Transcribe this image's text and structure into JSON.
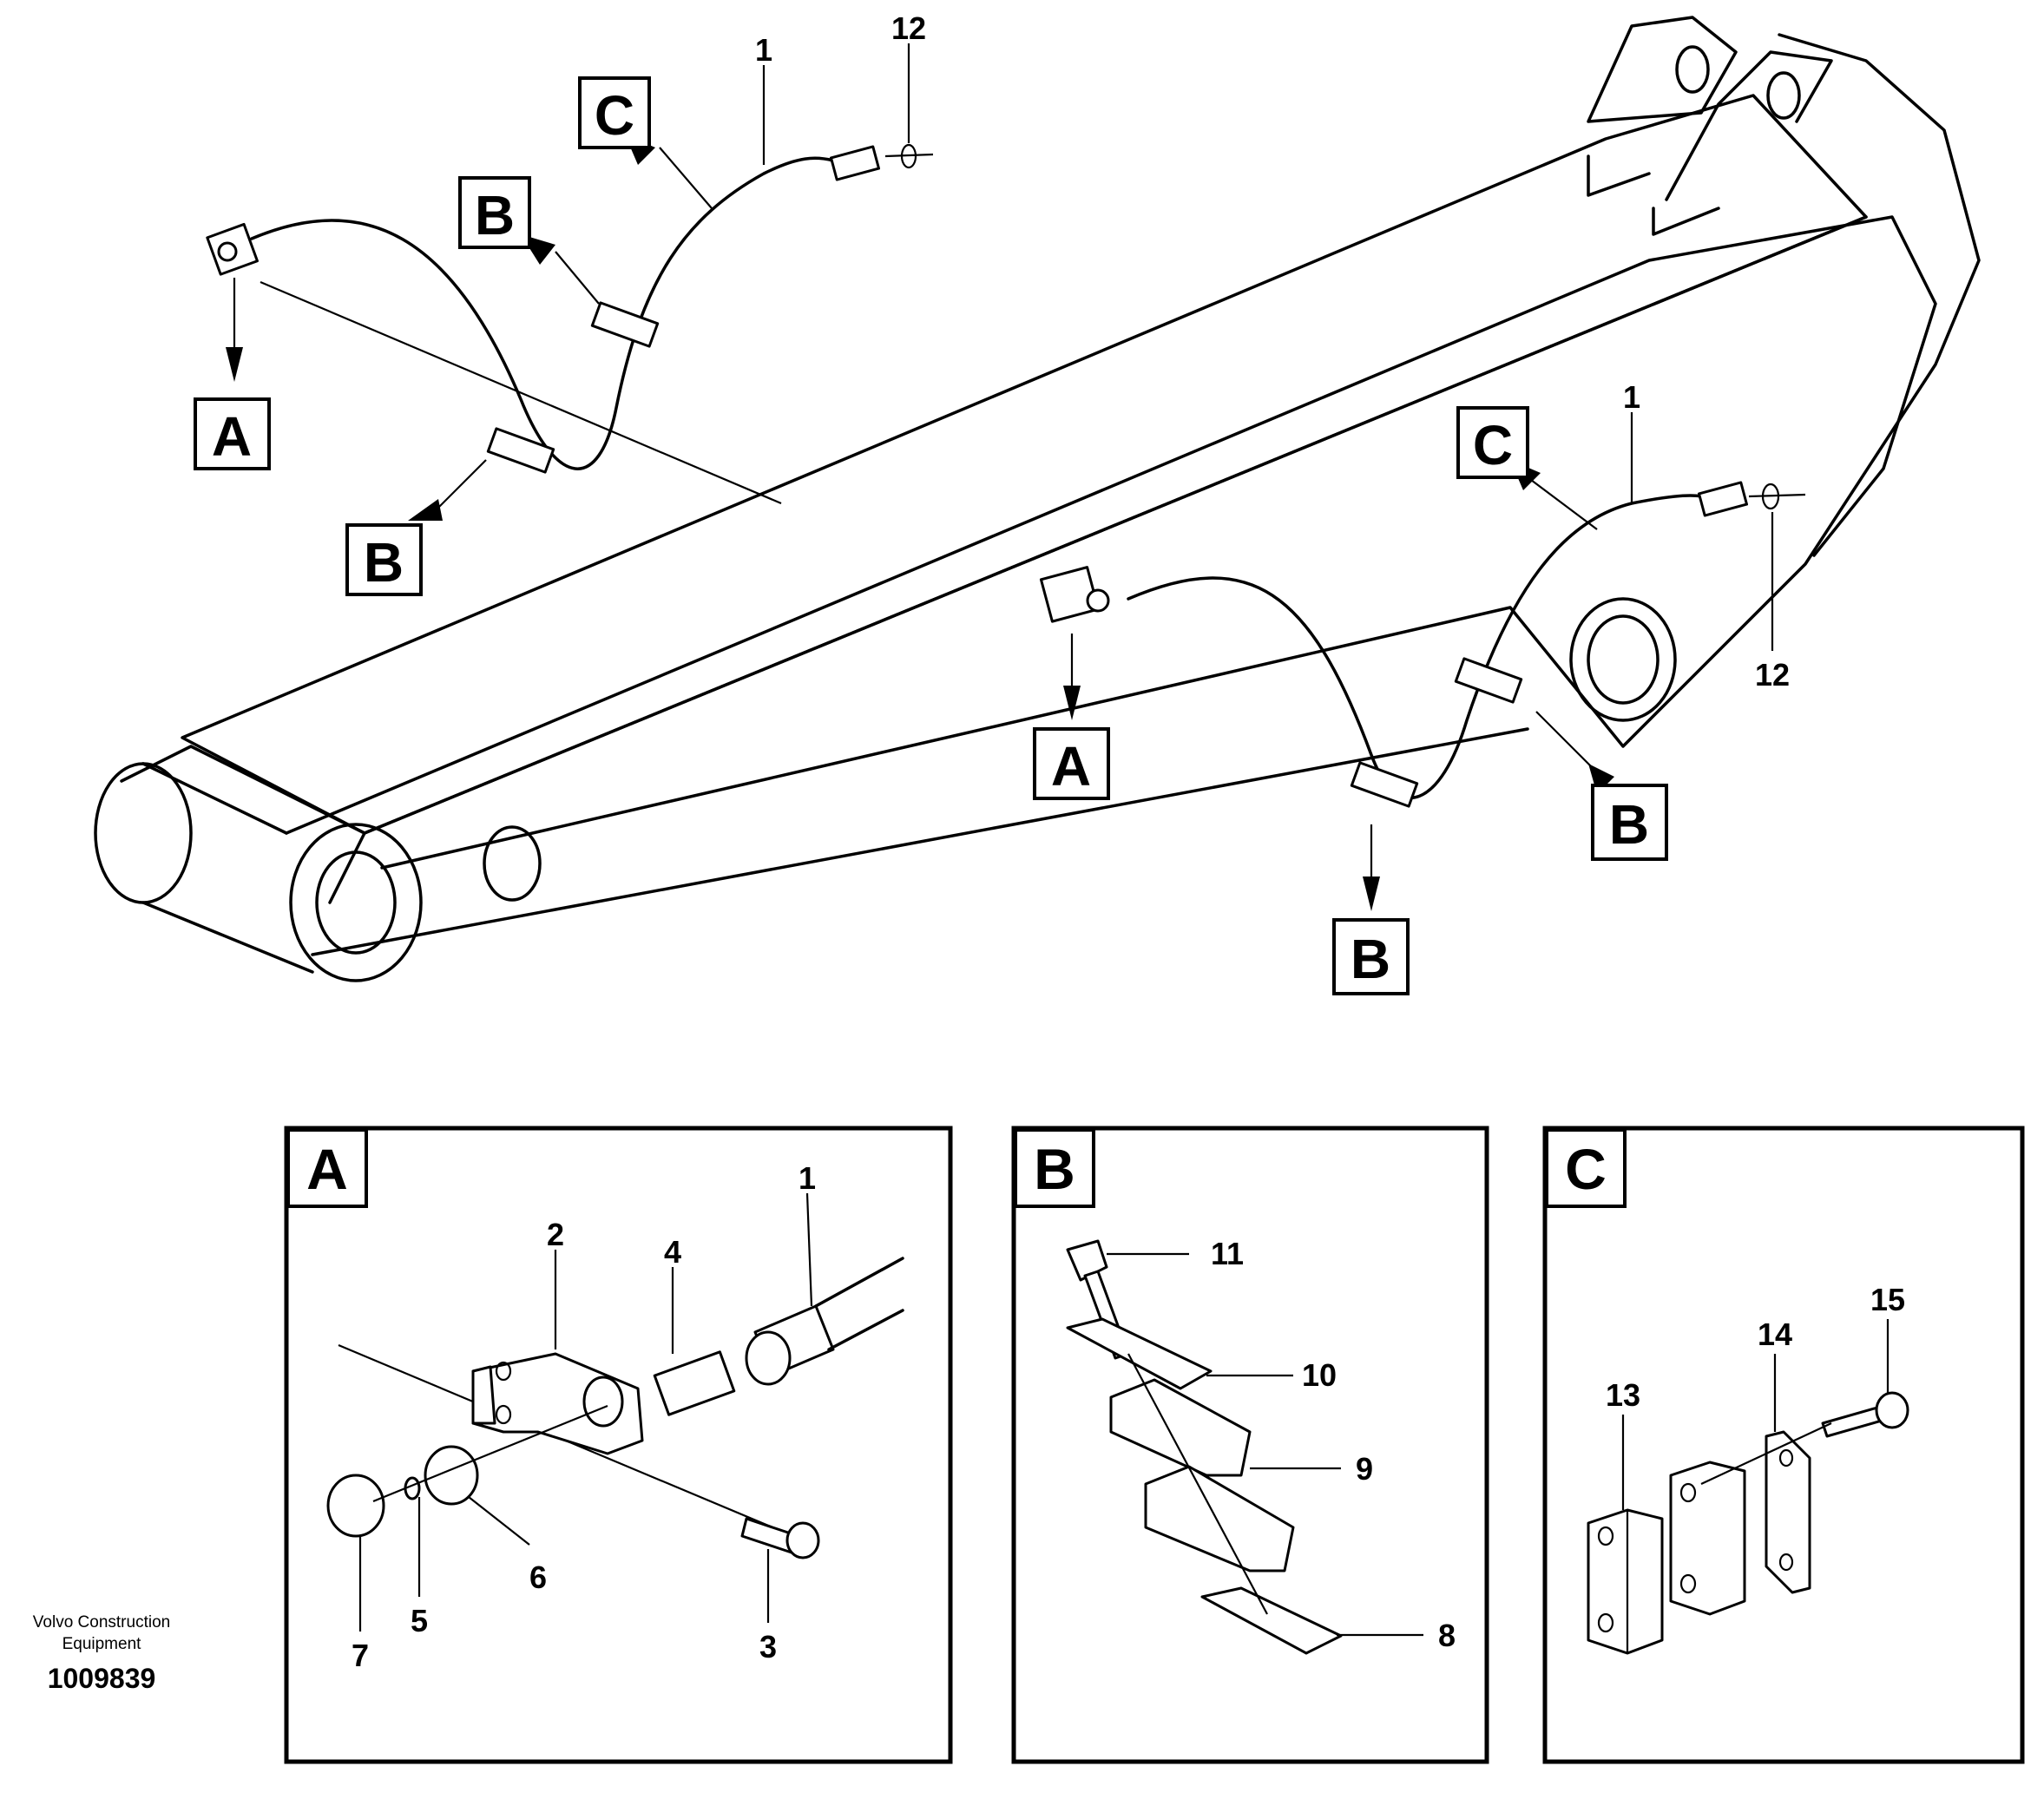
{
  "diagram": {
    "callouts": {
      "a": "A",
      "b": "B",
      "c": "C"
    },
    "part_numbers": {
      "hose": "1",
      "bracket": "2",
      "bolt_a": "3",
      "nipple": "4",
      "washer": "5",
      "lock_nut": "6",
      "nut": "7",
      "plate_lower": "8",
      "clamp_upper": "9",
      "plate_upper": "10",
      "bolt_b": "11",
      "oring": "12",
      "clamp_half": "13",
      "cover_plate": "14",
      "bolt_c": "15"
    },
    "panels": {
      "a": {
        "label": "A"
      },
      "b": {
        "label": "B"
      },
      "c": {
        "label": "C"
      }
    },
    "caption": {
      "line1": "Volvo Construction",
      "line2": "Equipment",
      "id": "1009839"
    }
  }
}
